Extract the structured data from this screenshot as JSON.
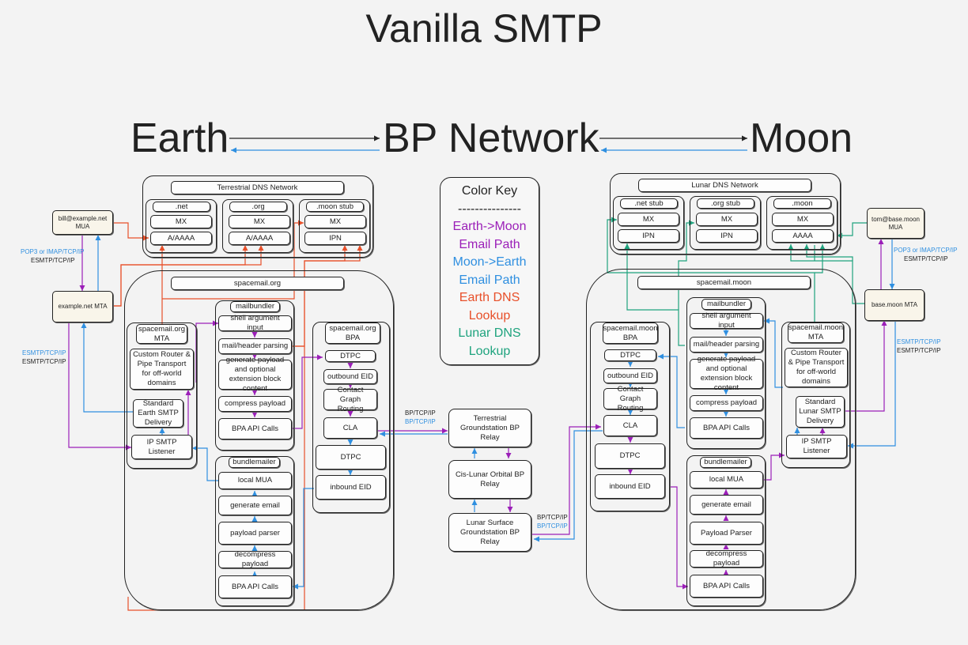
{
  "title": "Vanilla SMTP",
  "header": {
    "earth": "Earth",
    "bp": "BP Network",
    "moon": "Moon"
  },
  "colors": {
    "earth_to_moon": "#9b1fb8",
    "moon_to_earth": "#2f8fe0",
    "earth_dns": "#e8502a",
    "lunar_dns": "#1fa37e",
    "neutral": "#222222"
  },
  "color_key": {
    "title": "Color Key",
    "separator": "---------------",
    "earth_moon_1": "Earth->Moon",
    "earth_moon_2": "Email Path",
    "moon_earth_1": "Moon->Earth",
    "moon_earth_2": "Email Path",
    "earth_dns_1": "Earth DNS",
    "earth_dns_2": "Lookup",
    "lunar_dns_1": "Lunar DNS",
    "lunar_dns_2": "Lookup"
  },
  "earth": {
    "dns_title": "Terrestrial DNS Network",
    "net": {
      "title": ".net",
      "mx": "MX",
      "rec": "A/AAAA"
    },
    "org": {
      "title": ".org",
      "mx": "MX",
      "rec": "A/AAAA"
    },
    "moonstub": {
      "title": ".moon stub",
      "mx": "MX",
      "rec": "IPN"
    },
    "mua": "bill@example.net MUA",
    "mta": "example.net MTA",
    "proto_top_blue": "POP3 or IMAP/TCP/IP",
    "proto_top_black": "ESMTP/TCP/IP",
    "proto_mid_blue": "ESMTP/TCP/IP",
    "proto_mid_black": "ESMTP/TCP/IP",
    "domain": "spacemail.org",
    "host_mta": "spacemail.org MTA",
    "router": "Custom Router & Pipe Transport for off-world domains",
    "delivery": "Standard Earth SMTP Delivery",
    "listener": "IP SMTP Listener",
    "mailbundler": {
      "title": "mailbundler",
      "shell": "shell argument input",
      "parse": "mail/header parsing",
      "gen": "generate payload and optional extension block content",
      "compress": "compress payload",
      "api": "BPA API Calls"
    },
    "bundlemailer": {
      "title": "bundlemailer",
      "mua": "local MUA",
      "gen": "generate email",
      "parser": "payload parser",
      "decompress": "decompress payload",
      "api": "BPA API Calls"
    },
    "bpa": {
      "title": "spacemail.org BPA",
      "dtpc": "DTPC",
      "oeid": "outbound EID",
      "cgr": "Contact Graph Routing",
      "cla": "CLA",
      "dtpc2": "DTPC",
      "ieid": "inbound EID"
    }
  },
  "relays": {
    "terrestrial": "Terrestrial Groundstation BP Relay",
    "cislunar": "Cis-Lunar Orbital BP Relay",
    "lunar": "Lunar Surface Groundstation BP Relay",
    "proto_top_black": "BP/TCP/IP",
    "proto_top_blue": "BP/TCP/IP",
    "proto_bot_black": "BP/TCP/IP",
    "proto_bot_blue": "BP/TCP/IP"
  },
  "moon": {
    "dns_title": "Lunar DNS Network",
    "net": {
      "title": ".net stub",
      "mx": "MX",
      "rec": "IPN"
    },
    "org": {
      "title": ".org stub",
      "mx": "MX",
      "rec": "IPN"
    },
    "moon": {
      "title": ".moon",
      "mx": "MX",
      "rec": "AAAA"
    },
    "mua": "tom@base.moon MUA",
    "mta": "base.moon MTA",
    "proto_top_blue": "POP3 or IMAP/TCP/IP",
    "proto_top_black": "ESMTP/TCP/IP",
    "proto_mid_blue": "ESMTP/TCP/IP",
    "proto_mid_black": "ESMTP/TCP/IP",
    "domain": "spacemail.moon",
    "host_mta": "spacemail.moon MTA",
    "router": "Custom Router & Pipe Transport for off-world domains",
    "delivery": "Standard Lunar SMTP Delivery",
    "listener": "IP SMTP Listener",
    "mailbundler": {
      "title": "mailbundler",
      "shell": "shell argument input",
      "parse": "mail/header parsing",
      "gen": "generate payload and optional extension block content",
      "compress": "compress payload",
      "api": "BPA API Calls"
    },
    "bundlemailer": {
      "title": "bundlemailer",
      "mua": "local MUA",
      "gen": "generate email",
      "parser": "Payload Parser",
      "decompress": "decompress payload",
      "api": "BPA API Calls"
    },
    "bpa": {
      "title": "spacemail.moon BPA",
      "dtpc": "DTPC",
      "oeid": "outbound EID",
      "cgr": "Contact Graph Routing",
      "cla": "CLA",
      "dtpc2": "DTPC",
      "ieid": "inbound EID"
    }
  }
}
